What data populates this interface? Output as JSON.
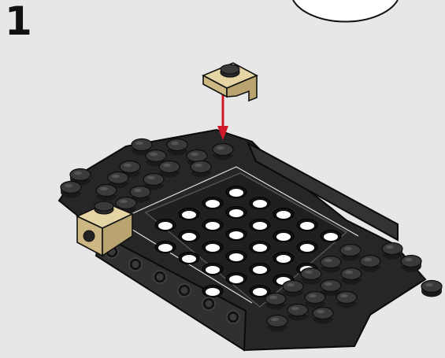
{
  "step": {
    "number": "1"
  },
  "callout": {
    "shape": "circle-callout-partial",
    "visible_portion": "bottom-arc"
  },
  "arrow": {
    "direction": "down",
    "color": "#d01a2a"
  },
  "parts": {
    "new_part": {
      "name": "bracket-1x1-tan-icon",
      "color": "#d9c58f"
    },
    "base_color": "#2b2b2b",
    "stud_color": "#363636",
    "hole_color": "#ffffff",
    "existing_tan_brick": {
      "color": "#d9c58f"
    }
  }
}
